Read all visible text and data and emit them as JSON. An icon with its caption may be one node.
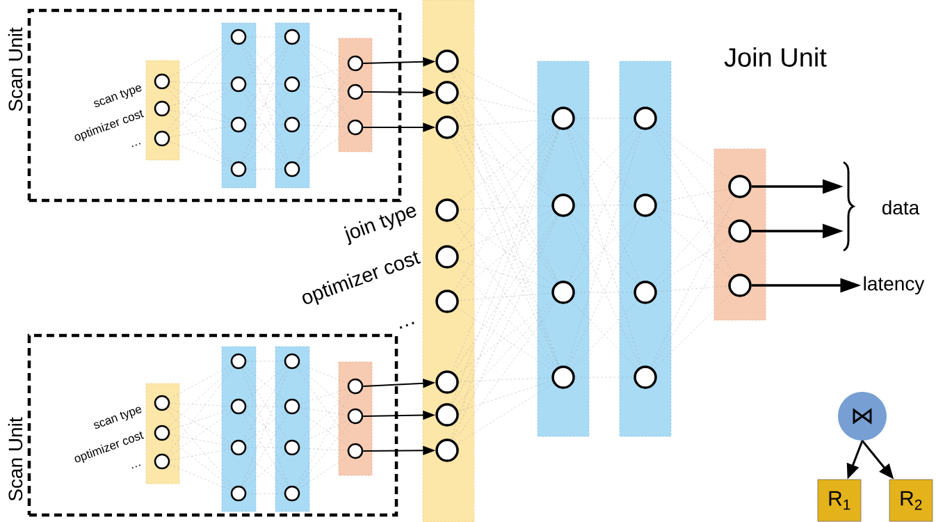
{
  "diagram": {
    "nodes": [
      {
        "text": [
          "Scan Unit"
        ]
      },
      {
        "text": [],
        "shape": "circle",
        "in": 0
      },
      {
        "text": [],
        "shape": "circle",
        "in": 0
      },
      {
        "text": [],
        "shape": "circle",
        "in": 0
      },
      {
        "text": [],
        "shape": "circle"
      },
      {
        "text": [],
        "shape": "circle"
      },
      {
        "text": [],
        "shape": "circle"
      },
      {
        "text": [],
        "shape": "circle"
      },
      {
        "text": [],
        "shape": "circle"
      },
      {
        "text": [],
        "shape": "circle"
      },
      {
        "text": [
          "Scan Unit"
        ]
      },
      {
        "text": [],
        "shape": "circle",
        "in": 10
      },
      {
        "text": [],
        "shape": "circle",
        "in": 10
      },
      {
        "text": [],
        "shape": "circle",
        "in": 10
      },
      {
        "text": [],
        "shape": "circle"
      },
      {
        "text": [],
        "shape": "circle"
      },
      {
        "text": [],
        "shape": "circle"
      },
      {
        "text": [
          "data"
        ]
      },
      {
        "text": [
          "latency"
        ]
      },
      {
        "text": [
          "⋈"
        ]
      },
      {
        "text": [
          "R$_{1}$"
        ]
      },
      {
        "text": [
          "R$_{2}$"
        ]
      }
    ],
    "edges": [
      {
        "from": 1,
        "to": 4,
        "arrow": "to"
      },
      {
        "from": 2,
        "to": 5,
        "arrow": "to"
      },
      {
        "from": 3,
        "to": 6,
        "arrow": "to"
      },
      {
        "from": 11,
        "to": 7,
        "arrow": "to"
      },
      {
        "from": 12,
        "to": 8,
        "arrow": "to"
      },
      {
        "from": 13,
        "to": 9,
        "arrow": "to"
      },
      {
        "from": 14,
        "to": 17,
        "arrow": "to"
      },
      {
        "from": 15,
        "to": 17,
        "arrow": "to"
      },
      {
        "from": 16,
        "to": 18,
        "arrow": "to"
      },
      {
        "from": 19,
        "to": 20,
        "arrow": "to"
      },
      {
        "from": 19,
        "to": 21,
        "arrow": "to"
      }
    ],
    "labels": [
      "Join Unit",
      "scan type",
      "optimizer cost",
      "…",
      "join type",
      "optimizer cost",
      "…",
      "scan type",
      "optimizer cost",
      "…"
    ]
  }
}
